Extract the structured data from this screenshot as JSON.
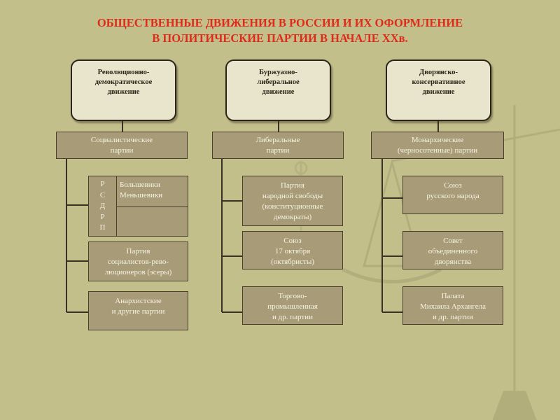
{
  "title": {
    "line1": "ОБЩЕСТВЕННЫЕ ДВИЖЕНИЯ В РОССИИ И ИХ ОФОРМЛЕНИЕ",
    "line2": "В ПОЛИТИЧЕСКИЕ ПАРТИИ В НАЧАЛЕ ХХв."
  },
  "colors": {
    "background": "#c2bf8b",
    "title": "#e02a1a",
    "box_fill": "#a89c78",
    "box_text": "#f6f2e3",
    "movement_fill": "#e9e4cc"
  },
  "columns": [
    {
      "movement": [
        "Революционно-",
        "демократическое",
        "движение"
      ],
      "group": [
        "Социалистические",
        "партии"
      ],
      "rsdrp": {
        "letters": [
          "Р",
          "С",
          "Д",
          "Р",
          "П"
        ],
        "factions": [
          "Большевики",
          "Меньшевики"
        ]
      },
      "parties": [
        [
          "Партия",
          "социалистов-рево-",
          "люционеров (эсеры)"
        ],
        [
          "Анархистские",
          "и другие партии"
        ]
      ]
    },
    {
      "movement": [
        "Буржуазно-",
        "либеральное",
        "движение"
      ],
      "group": [
        "Либеральные",
        "партии"
      ],
      "parties": [
        [
          "Партия",
          "народной свободы",
          "(конституционные",
          "демократы)"
        ],
        [
          "Союз",
          "17 октября",
          "(октябристы)"
        ],
        [
          "Торгово-",
          "промышленная",
          "и др. партии"
        ]
      ]
    },
    {
      "movement": [
        "Дворянско-",
        "консервативное",
        "движение"
      ],
      "group": [
        "Монархические",
        "(черносотенные) партии"
      ],
      "parties": [
        [
          "Союз",
          "русского народа"
        ],
        [
          "Совет",
          "объединенного",
          "дворянства"
        ],
        [
          "Палата",
          "Михаила Архангела",
          "и др. партии"
        ]
      ]
    }
  ]
}
